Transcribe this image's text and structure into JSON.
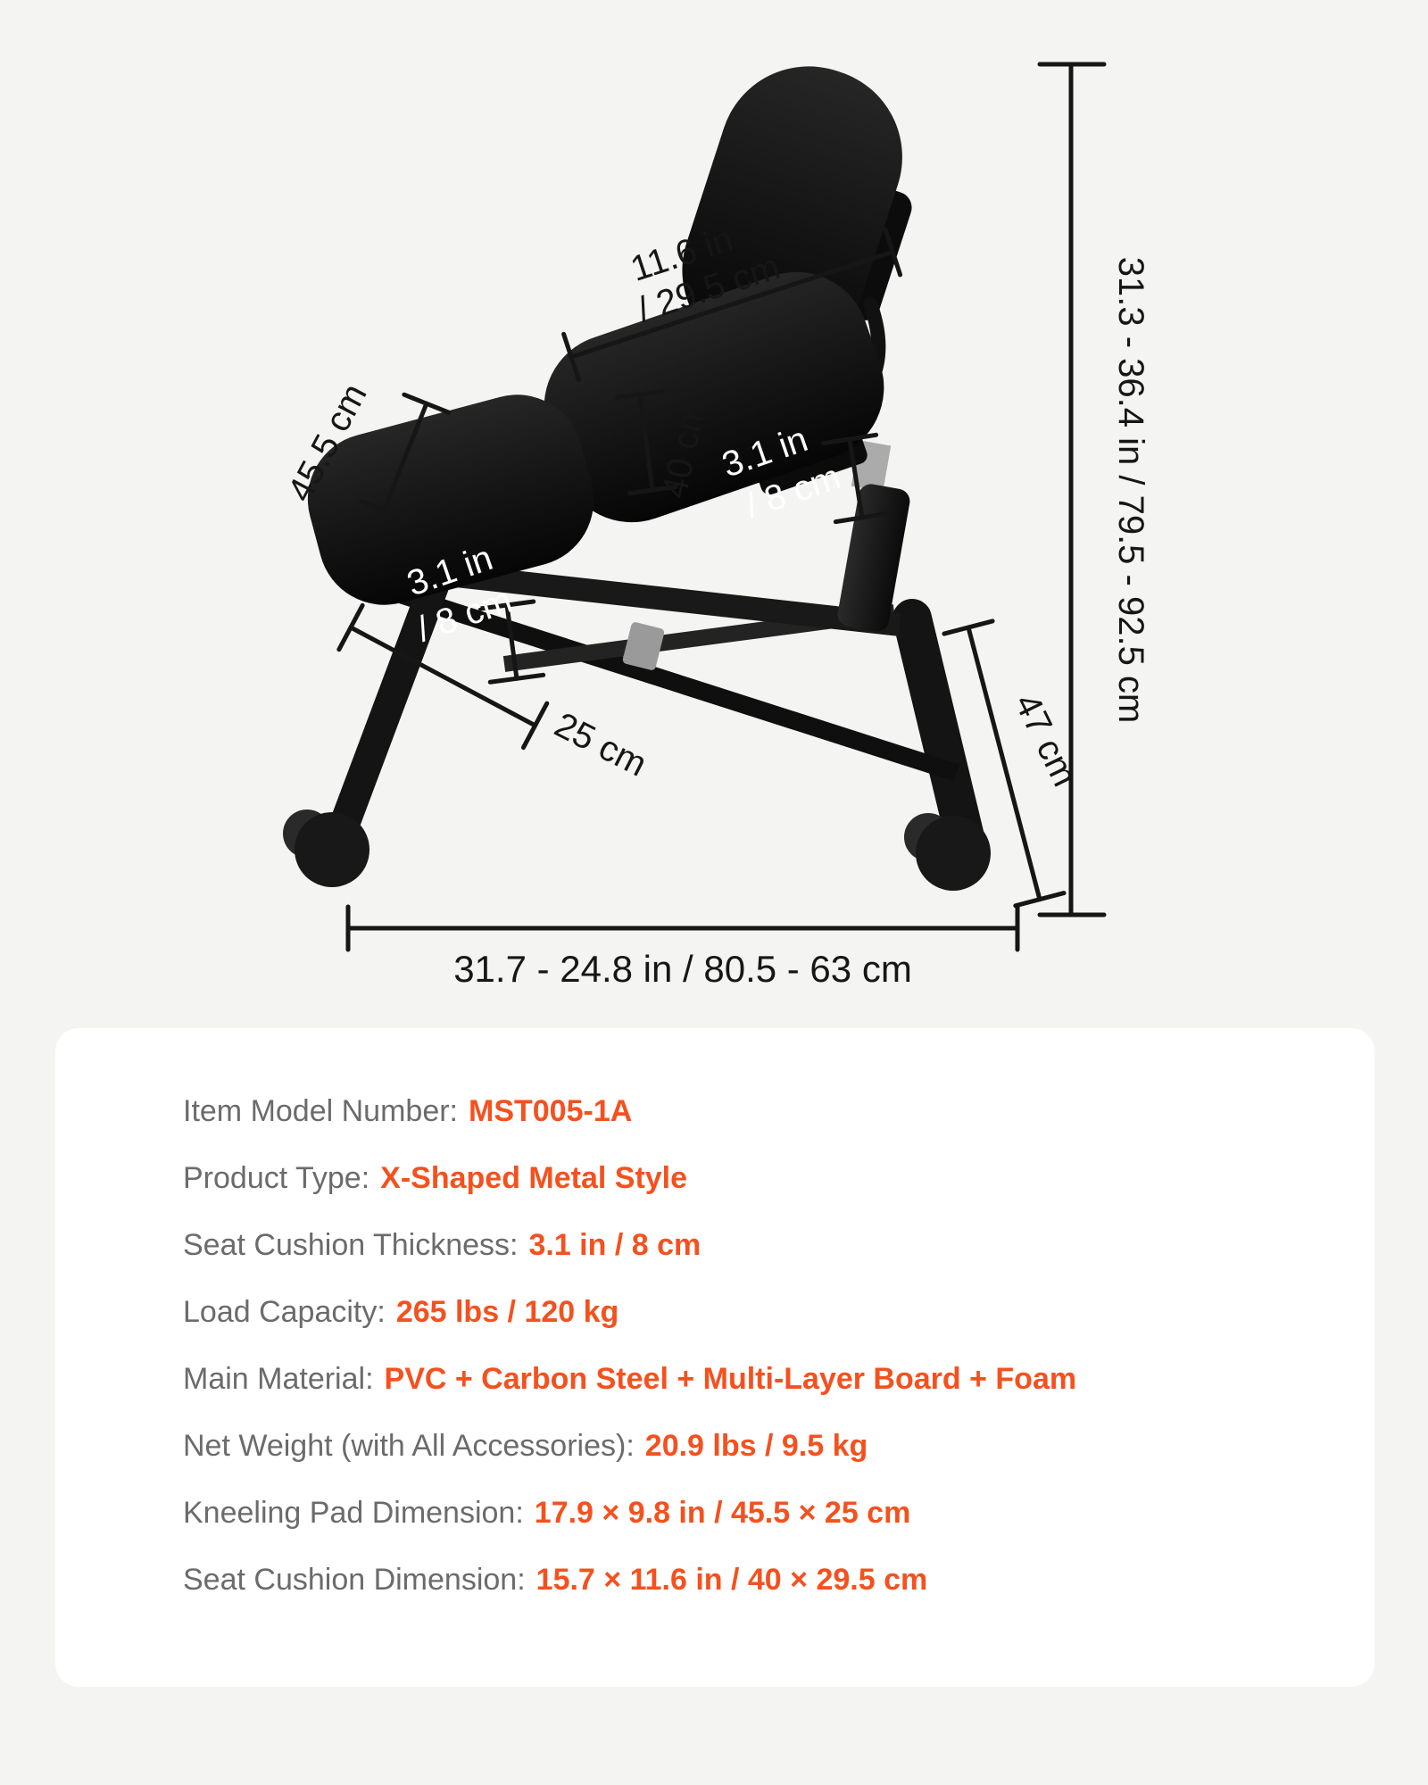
{
  "colors": {
    "background": "#f4f4f2",
    "card": "#ffffff",
    "accent_orange": "#f4511e",
    "label_gray": "#6b6b6b",
    "diagram_ink": "#161616",
    "chair_black": "#151515"
  },
  "diagram": {
    "dimensions": {
      "backrest_width": {
        "line1": "11.6 in",
        "line2": "/ 29.5 cm"
      },
      "kneepad_length": "45.5 cm",
      "seat_length": "40 cm",
      "seat_thickness": {
        "line1": "3.1 in",
        "line2": "/ 8 cm"
      },
      "kneepad_thickness": {
        "line1": "3.1 in",
        "line2": "/ 8 cm"
      },
      "kneepad_width": "25 cm",
      "rear_height": "47 cm",
      "total_height": "31.3 - 36.4 in / 79.5 - 92.5 cm",
      "total_length": "31.7 - 24.8 in / 80.5 - 63 cm"
    }
  },
  "specs": {
    "rows": [
      {
        "label": "Item Model Number:",
        "value": "MST005-1A"
      },
      {
        "label": "Product Type:",
        "value": "X-Shaped Metal Style"
      },
      {
        "label": "Seat Cushion Thickness:",
        "value": "3.1 in / 8 cm"
      },
      {
        "label": "Load Capacity:",
        "value": "265 lbs / 120 kg"
      },
      {
        "label": "Main Material:",
        "value": "PVC + Carbon Steel + Multi-Layer Board + Foam"
      },
      {
        "label": "Net Weight (with All Accessories):",
        "value": "20.9 lbs / 9.5 kg"
      },
      {
        "label": "Kneeling Pad Dimension:",
        "value": "17.9 × 9.8 in / 45.5 × 25 cm"
      },
      {
        "label": "Seat Cushion Dimension:",
        "value": "15.7 × 11.6 in / 40 × 29.5 cm"
      }
    ]
  }
}
